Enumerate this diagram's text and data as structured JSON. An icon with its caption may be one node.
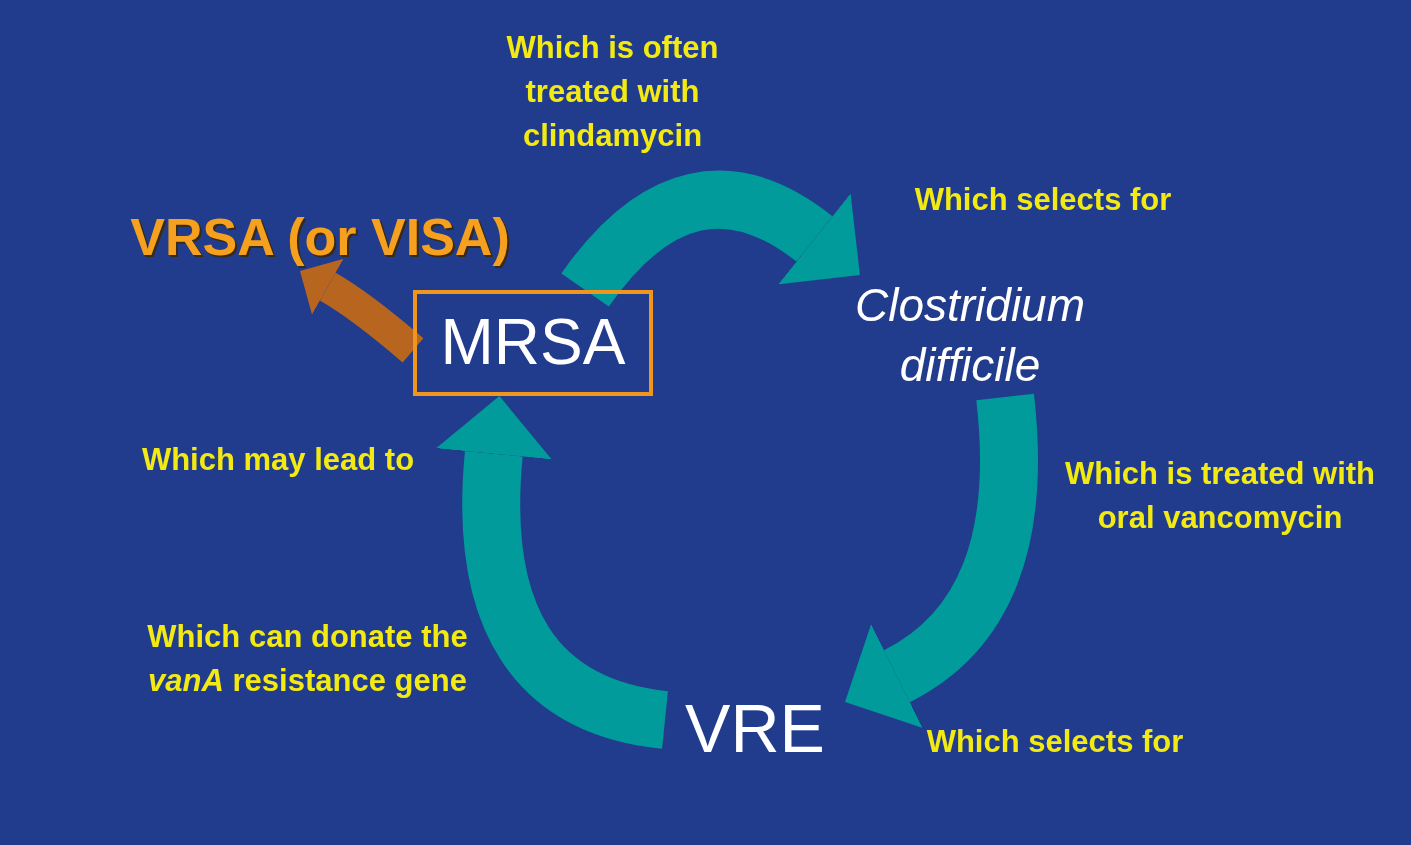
{
  "diagram": {
    "nodes": [
      {
        "text": [
          "MRSA"
        ]
      },
      {
        "text": [
          "Clostridium difficile"
        ]
      },
      {
        "text": [
          "VRE"
        ]
      },
      {
        "text": [
          "VRSA (or VISA)"
        ]
      }
    ],
    "edges": [
      {
        "from": 0,
        "to": 1,
        "arrow": "to"
      },
      {
        "from": 1,
        "to": 2,
        "arrow": "to"
      },
      {
        "from": 2,
        "to": 0,
        "arrow": "to"
      },
      {
        "from": 0,
        "to": 3,
        "arrow": "to",
        "color": "#b8661f"
      }
    ],
    "labels": [
      "Which is often treated with clindamycin",
      "Which selects for",
      "Which is treated with oral vancomycin",
      "Which selects for",
      "Which can donate the *vanA* resistance gene",
      "Which may lead to"
    ]
  }
}
